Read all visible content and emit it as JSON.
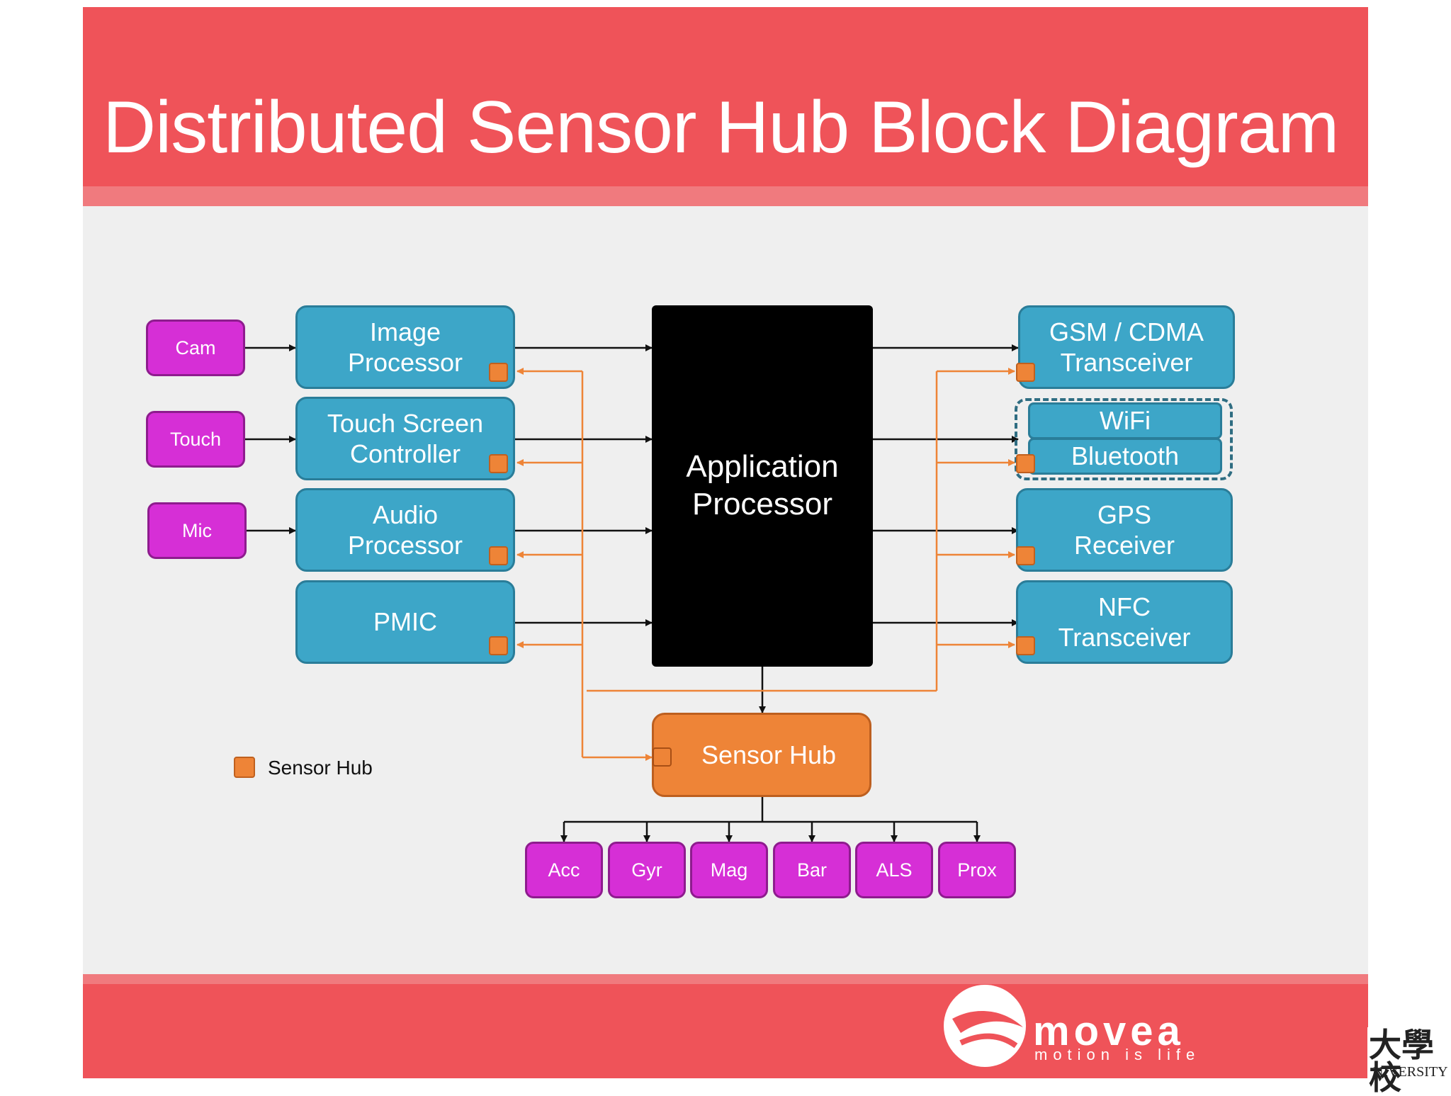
{
  "slide": {
    "title": "Distributed Sensor Hub Block Diagram",
    "colors": {
      "header": "#ef5359",
      "block_blue": "#3da6c8",
      "sensor_magenta": "#d62fd6",
      "hub_orange": "#ee8437",
      "processor_black": "#000000"
    }
  },
  "diagram": {
    "peripherals_left": [
      "Cam",
      "Touch",
      "Mic"
    ],
    "blocks_left": [
      "Image\nProcessor",
      "Touch Screen\nController",
      "Audio\nProcessor",
      "PMIC"
    ],
    "center": "Application\nProcessor",
    "blocks_right": [
      "GSM / CDMA\nTransceiver",
      "WiFi",
      "Bluetooth",
      "GPS\nReceiver",
      "NFC\nTransceiver"
    ],
    "hub": "Sensor Hub",
    "sensors": [
      "Acc",
      "Gyr",
      "Mag",
      "Bar",
      "ALS",
      "Prox"
    ],
    "legend": "Sensor Hub"
  },
  "footer": {
    "logo_word": "movea",
    "logo_tagline": "motion is life",
    "corner_cjk": "大學校",
    "corner_en": "NIVERSITY"
  }
}
